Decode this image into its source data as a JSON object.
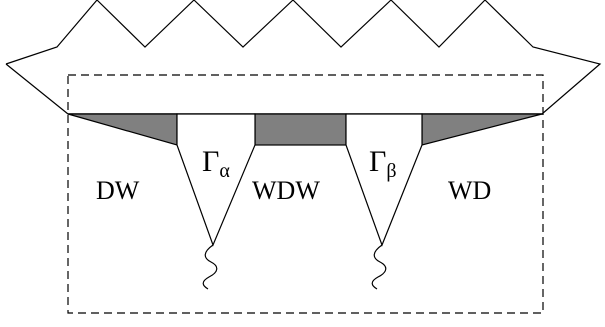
{
  "diagram": {
    "region_labels": {
      "left": "DW",
      "middle": "WDW",
      "right": "WD"
    },
    "vertex_labels": {
      "alpha": {
        "main": "Γ",
        "sub": "α"
      },
      "beta": {
        "main": "Γ",
        "sub": "β"
      }
    },
    "colors": {
      "stroke": "#000000",
      "shaded": "#808080",
      "background": "#ffffff"
    }
  }
}
